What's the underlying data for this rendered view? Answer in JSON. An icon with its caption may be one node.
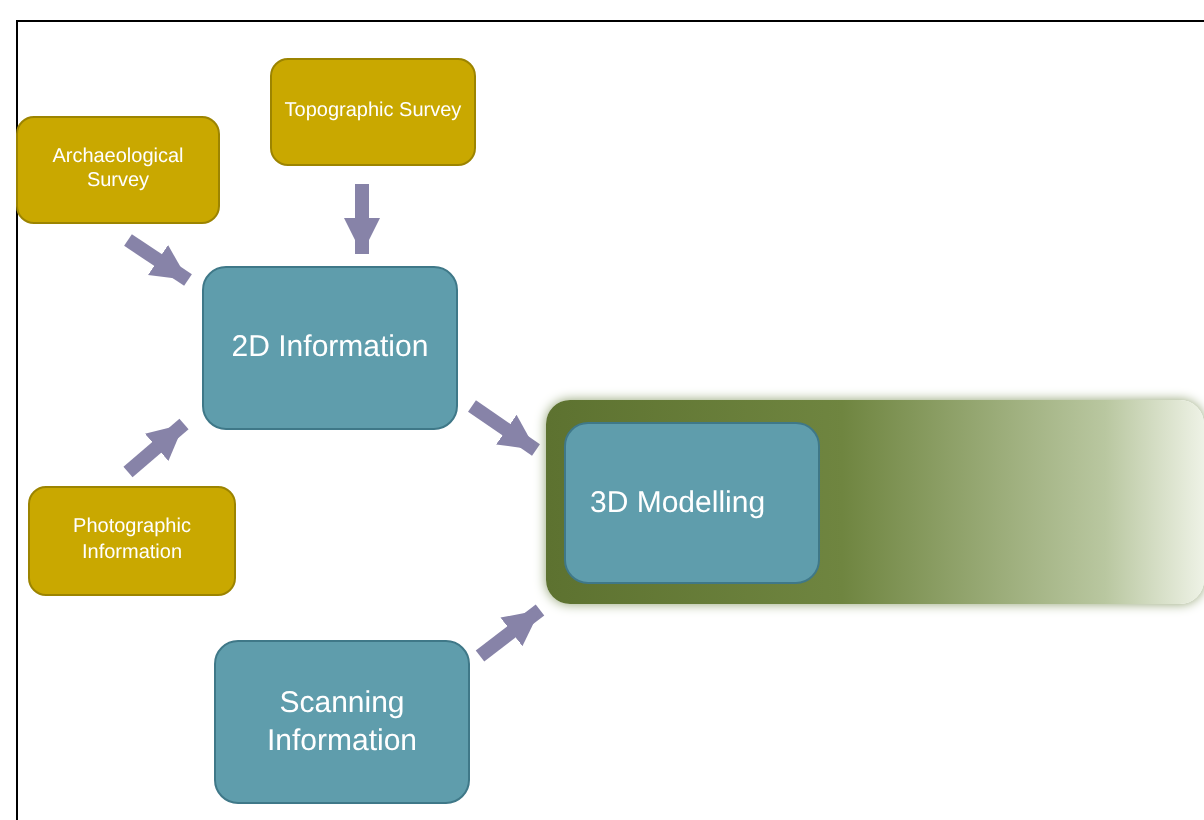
{
  "diagram": {
    "nodes": [
      {
        "text": [
          "Topographic Survey"
        ]
      },
      {
        "text": [
          "Archaeological Survey"
        ]
      },
      {
        "text": [
          "2D Information"
        ]
      },
      {
        "text": [
          "Photographic Information"
        ]
      },
      {
        "text": [],
        "shape": "box"
      },
      {
        "text": [
          "3D Modelling"
        ],
        "in": 4
      },
      {
        "text": [
          "Scanning Information"
        ]
      }
    ],
    "edges": [
      {
        "from": 1,
        "to": 2,
        "arrow": "to"
      },
      {
        "from": 0,
        "to": 2,
        "arrow": "to"
      },
      {
        "from": 3,
        "to": 2,
        "arrow": "to"
      },
      {
        "from": 2,
        "to": 4,
        "arrow": "to"
      },
      {
        "from": 6,
        "to": 4,
        "arrow": "to"
      }
    ]
  }
}
